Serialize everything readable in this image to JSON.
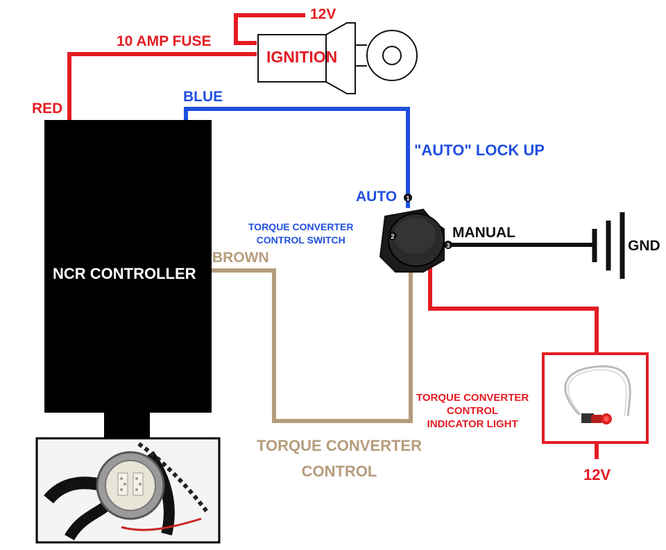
{
  "diagram": {
    "ncr_controller": "NCR CONTROLLER",
    "ignition": "IGNITION",
    "fuse": "10 AMP FUSE",
    "twelve_v_top": "12V",
    "twelve_v_bottom": "12V",
    "red_wire": "RED",
    "blue_wire": "BLUE",
    "brown_wire": "BROWN",
    "auto_lock_up": "\"AUTO\" LOCK UP",
    "auto": "AUTO",
    "manual": "MANUAL",
    "gnd": "GND",
    "switch_label_line1": "TORQUE CONVERTER",
    "switch_label_line2": "CONTROL SWITCH",
    "tcc_line1": "TORQUE CONVERTER",
    "tcc_line2": "CONTROL",
    "indicator_line1": "TORQUE CONVERTER",
    "indicator_line2": "CONTROL",
    "indicator_line3": "INDICATOR LIGHT",
    "pin1": "1",
    "pin2": "2",
    "pin3": "3"
  },
  "colors": {
    "red": "#e41b23",
    "blue": "#1f4fe0",
    "brown": "#b59c7c",
    "black": "#111111"
  }
}
